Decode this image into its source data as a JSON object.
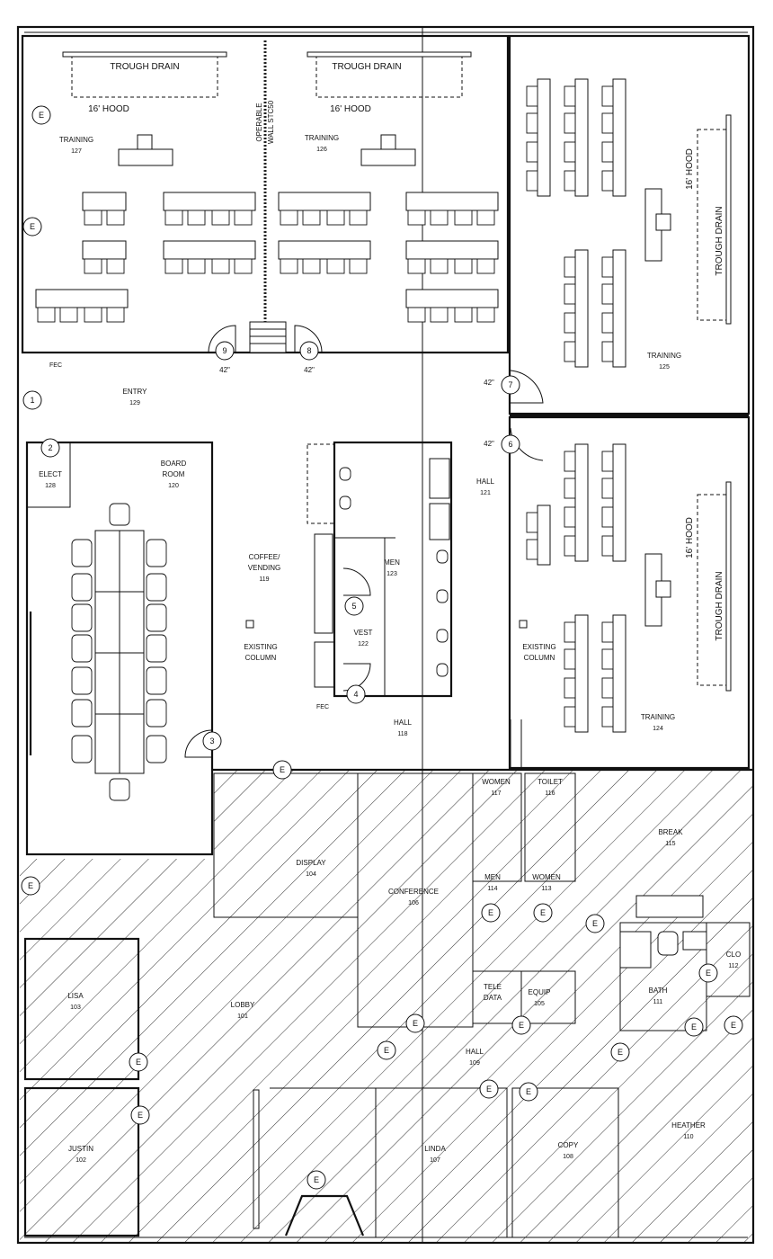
{
  "rooms": {
    "training127": {
      "name": "TRAINING",
      "number": "127"
    },
    "training126": {
      "name": "TRAINING",
      "number": "126"
    },
    "training125": {
      "name": "TRAINING",
      "number": "125"
    },
    "training124": {
      "name": "TRAINING",
      "number": "124"
    },
    "entry": {
      "name": "ENTRY",
      "number": "129"
    },
    "elect": {
      "name": "ELECT",
      "number": "128"
    },
    "board_room": {
      "name1": "BOARD",
      "name2": "ROOM",
      "number": "120"
    },
    "coffee": {
      "name1": "COFFEE/",
      "name2": "VENDING",
      "number": "119"
    },
    "men123": {
      "name": "MEN",
      "number": "123"
    },
    "vest": {
      "name": "VEST",
      "number": "122"
    },
    "hall121": {
      "name": "HALL",
      "number": "121"
    },
    "hall118": {
      "name": "HALL",
      "number": "118"
    },
    "women117": {
      "name": "WOMEN",
      "number": "117"
    },
    "toilet": {
      "name": "TOILET",
      "number": "116"
    },
    "break": {
      "name": "BREAK",
      "number": "115"
    },
    "display": {
      "name": "DISPLAY",
      "number": "104"
    },
    "conference": {
      "name": "CONFERENCE",
      "number": "106"
    },
    "men114": {
      "name": "MEN",
      "number": "114"
    },
    "women113": {
      "name": "WOMEN",
      "number": "113"
    },
    "clo": {
      "name": "CLO",
      "number": "112"
    },
    "bath": {
      "name": "BATH",
      "number": "111"
    },
    "tele": {
      "name1": "TELE",
      "name2": "DATA"
    },
    "equip": {
      "name": "EQUIP",
      "number": "105"
    },
    "lisa": {
      "name": "LISA",
      "number": "103"
    },
    "lobby": {
      "name": "LOBBY",
      "number": "101"
    },
    "hall109": {
      "name": "HALL",
      "number": "109"
    },
    "justin": {
      "name": "JUSTIN",
      "number": "102"
    },
    "linda": {
      "name": "LINDA",
      "number": "107"
    },
    "copy": {
      "name": "COPY",
      "number": "108"
    },
    "heather": {
      "name": "HEATHER",
      "number": "110"
    }
  },
  "labels": {
    "trough_drain": "TROUGH DRAIN",
    "hood": "16' HOOD",
    "operable_wall_1": "OPERABLE",
    "operable_wall_2": "WALL STC50",
    "door_width": "42\"",
    "fec": "FEC",
    "existing_1": "EXISTING",
    "existing_2": "COLUMN"
  },
  "door_markers": [
    "1",
    "2",
    "3",
    "4",
    "5",
    "6",
    "7",
    "8",
    "9"
  ],
  "exit_marker": "E"
}
